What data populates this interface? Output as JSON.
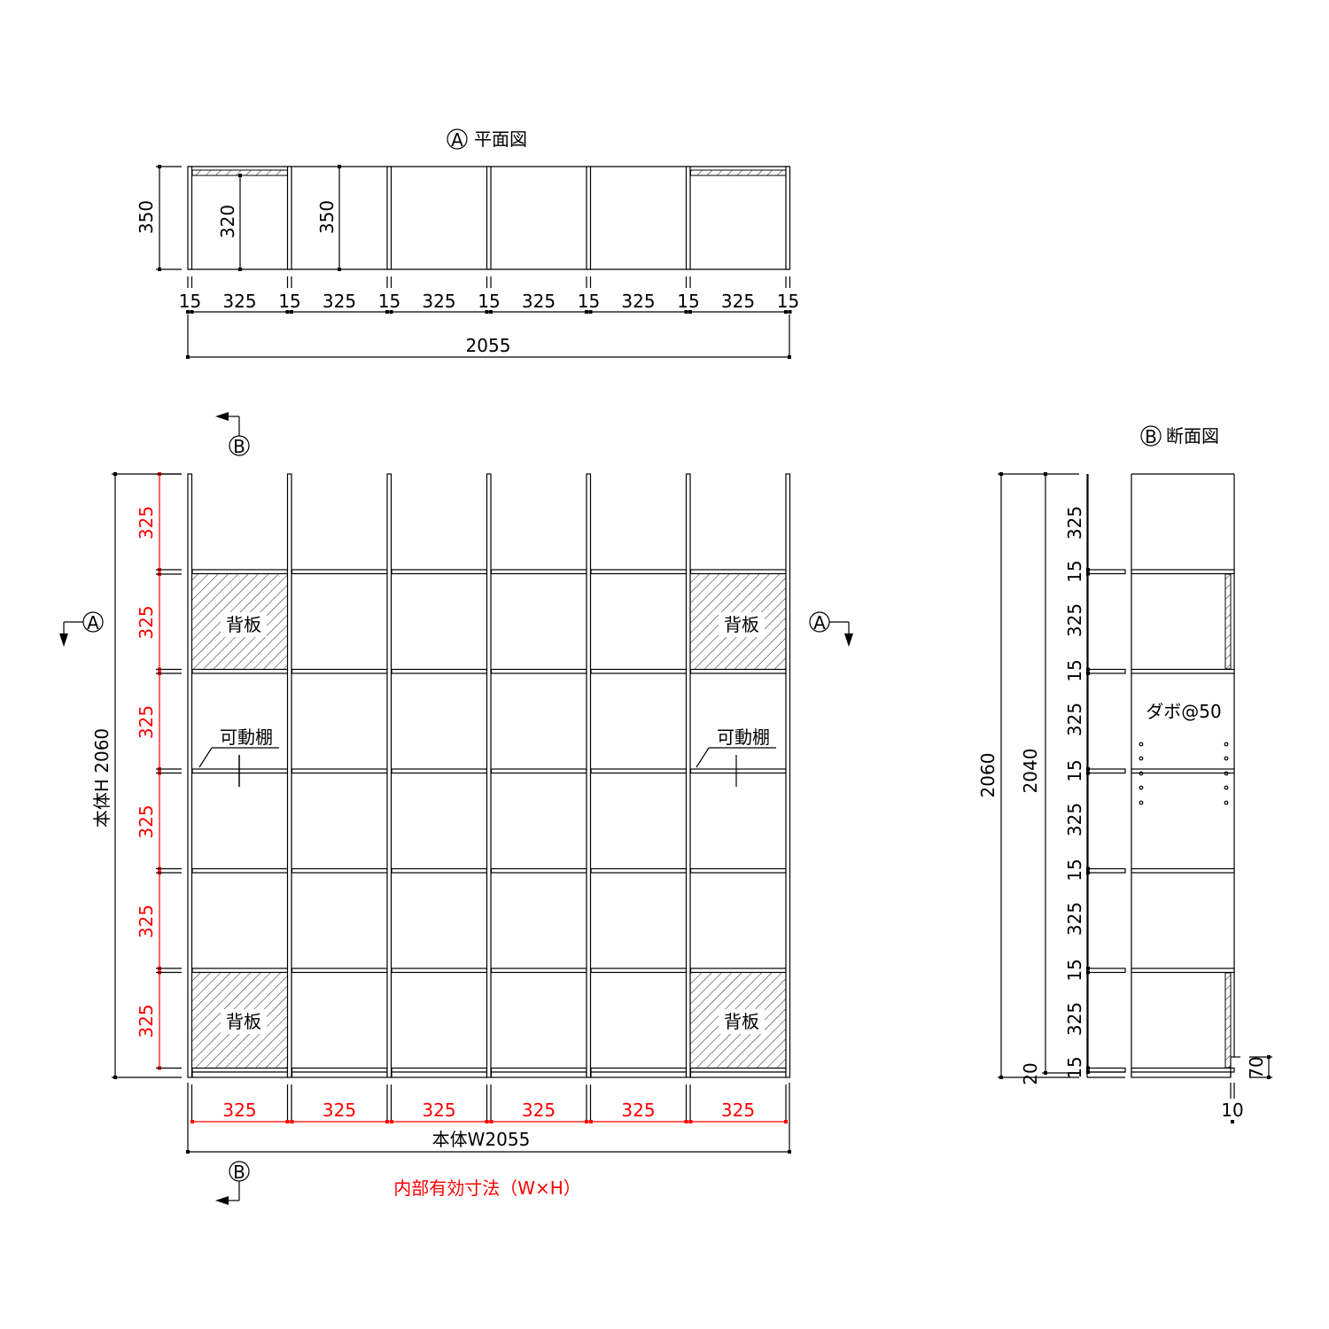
{
  "plan_view": {
    "marker": "A",
    "title": "平面図",
    "depth_labels": [
      "350",
      "320",
      "350"
    ],
    "width_dims": [
      "15",
      "325",
      "15",
      "325",
      "15",
      "325",
      "15",
      "325",
      "15",
      "325",
      "15",
      "325",
      "15"
    ],
    "total_width": "2055"
  },
  "elevation": {
    "section_marker_b": "B",
    "section_marker_a": "A",
    "back_panel_label": "背板",
    "movable_shelf_label": "可動棚",
    "height_dims": [
      "325",
      "325",
      "325",
      "325",
      "325",
      "325"
    ],
    "total_height": "本体H 2060",
    "width_dims": [
      "325",
      "325",
      "325",
      "325",
      "325",
      "325"
    ],
    "total_width": "本体W2055",
    "note": "内部有効寸法（W×H）",
    "accent_color": "#ff0000"
  },
  "section_view": {
    "marker": "B",
    "title": "断面図",
    "height_dims": [
      "325",
      "15",
      "325",
      "15",
      "325",
      "15",
      "325",
      "15",
      "325",
      "15",
      "325",
      "15"
    ],
    "overall_height": "2060",
    "inner_height": "2040",
    "base_height": "20",
    "dowel_label": "ダボ@50",
    "back_offset": "70",
    "back_inset": "10"
  }
}
